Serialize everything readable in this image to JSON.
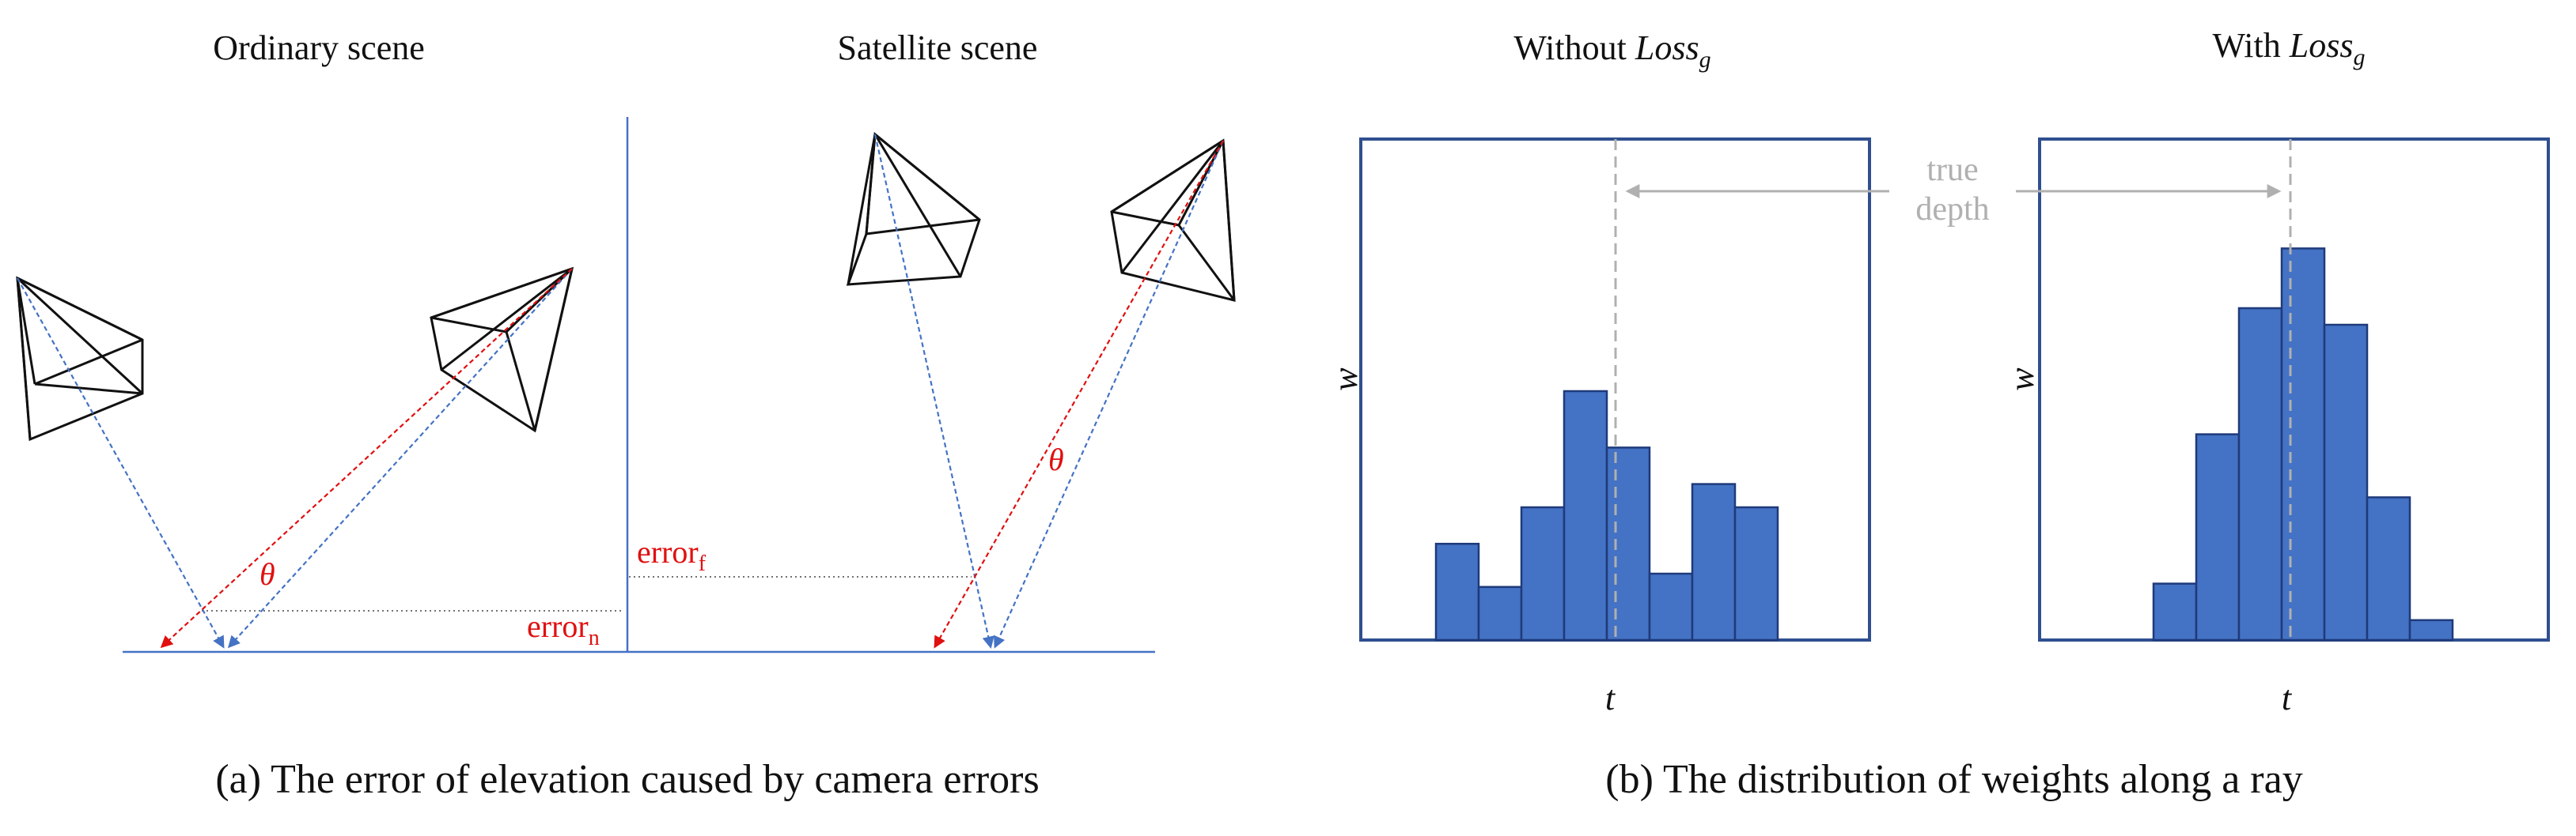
{
  "panel_a": {
    "heading_left": "Ordinary scene",
    "heading_right": "Satellite scene",
    "caption": "(a) The error of elevation caused by camera errors",
    "theta": "θ",
    "error_f_base": "error",
    "error_f_sub": "f",
    "error_n_base": "error",
    "error_n_sub": "n"
  },
  "panel_b": {
    "caption": "(b) The distribution of weights along a ray",
    "true_depth_line1": "true",
    "true_depth_line2": "depth"
  },
  "colors": {
    "bar_fill": "#4472c4",
    "bar_stroke": "#1f3a7a",
    "frame": "#2f4f8f",
    "ray_red": "#e01010",
    "ray_blue": "#4472c4",
    "dashed_gray": "#b0b0b0"
  },
  "chart_data": [
    {
      "type": "bar",
      "title_text": "Without ",
      "title_math": "Loss",
      "title_sub": "g",
      "xlabel": "t",
      "ylabel": "w",
      "values": [
        0.29,
        0.16,
        0.4,
        0.75,
        0.58,
        0.2,
        0.47,
        0.4
      ],
      "marker": "true depth"
    },
    {
      "type": "bar",
      "title_text": "With ",
      "title_math": "Loss",
      "title_sub": "g",
      "xlabel": "t",
      "ylabel": "w",
      "values": [
        0.17,
        0.62,
        1.0,
        1.18,
        0.95,
        0.43,
        0.06
      ],
      "marker": "true depth"
    }
  ]
}
